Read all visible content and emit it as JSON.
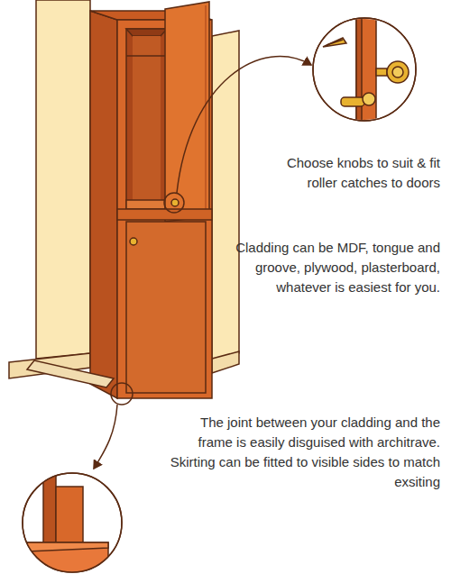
{
  "diagram": {
    "labels": [
      "Choose knobs to suit & fit roller catches to doors",
      "Cladding can be MDF, tongue and groove, plywood, plasterboard, whatever is easiest for you.",
      "The joint between your cladding and the frame is easily disguised with architrave. Skirting can be fitted to visible sides to match exsiting"
    ]
  }
}
